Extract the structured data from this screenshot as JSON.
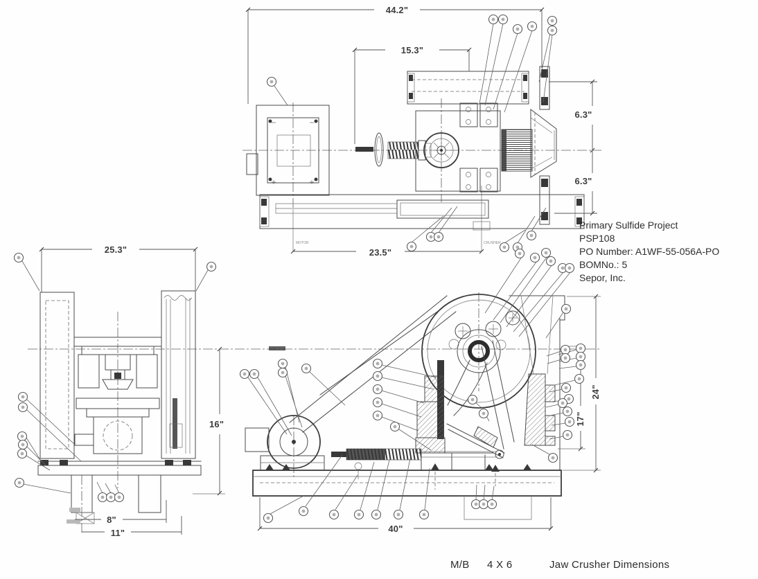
{
  "document": {
    "type": "scanned engineering drawing",
    "subject": "M/B 4 X 6 Jaw Crusher"
  },
  "project_block": {
    "line1": "Primary Sulfide Project",
    "line2": "PSP108",
    "line3": "PO Number: A1WF-55-056A-PO",
    "line4": "BOMNo.:  5",
    "line5": "Sepor, Inc."
  },
  "title_block": {
    "model": "M/B",
    "size": "4 X 6",
    "title": "Jaw Crusher Dimensions"
  },
  "views": {
    "top_view": {
      "dims": {
        "overall_length": "44.2\"",
        "offset": "15.3\"",
        "upper_half": "6.3\"",
        "lower_half": "6.3\"",
        "centers": "23.5\"",
        "motor_label": "MOTOR",
        "crusher_label": "CRUSHER"
      }
    },
    "end_view": {
      "dims": {
        "overall_width": "25.3\"",
        "height": "16\"",
        "foot": "8\"",
        "base": "11\""
      }
    },
    "side_view": {
      "dims": {
        "length": "40\"",
        "overall_height": "24\"",
        "frame_height": "17\""
      }
    }
  },
  "colors": {
    "ink": "#4a4a4a",
    "paper": "#fefefe"
  }
}
